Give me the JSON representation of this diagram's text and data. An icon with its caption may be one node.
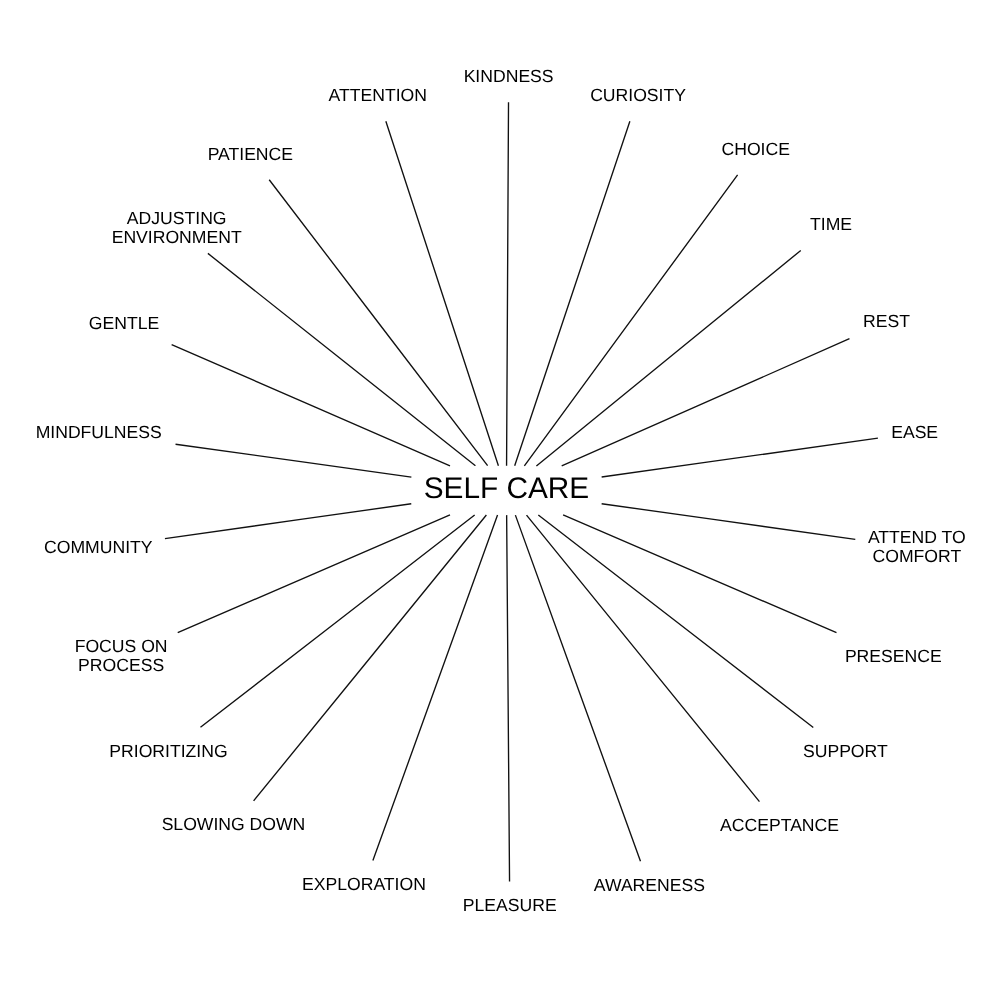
{
  "diagram": {
    "nodes": [
      {
        "text": [
          "SELF CARE"
        ]
      },
      {
        "text": [
          "EASE"
        ]
      },
      {
        "text": [
          "REST"
        ]
      },
      {
        "text": [
          "TIME"
        ]
      },
      {
        "text": [
          "CHOICE"
        ]
      },
      {
        "text": [
          "CURIOSITY"
        ]
      },
      {
        "text": [
          "KINDNESS"
        ]
      },
      {
        "text": [
          "ATTENTION"
        ]
      },
      {
        "text": [
          "PATIENCE"
        ]
      },
      {
        "text": [
          "ADJUSTING ENVIRONMENT"
        ]
      },
      {
        "text": [
          "GENTLE"
        ]
      },
      {
        "text": [
          "MINDFULNESS"
        ]
      },
      {
        "text": [
          "COMMUNITY"
        ]
      },
      {
        "text": [
          "FOCUS ON PROCESS"
        ]
      },
      {
        "text": [
          "PRIORITIZING"
        ]
      },
      {
        "text": [
          "SLOWING DOWN"
        ]
      },
      {
        "text": [
          "EXPLORATION"
        ]
      },
      {
        "text": [
          "PLEASURE"
        ]
      },
      {
        "text": [
          "AWARENESS"
        ]
      },
      {
        "text": [
          "ACCEPTANCE"
        ]
      },
      {
        "text": [
          "SUPPORT"
        ]
      },
      {
        "text": [
          "PRESENCE"
        ]
      },
      {
        "text": [
          "ATTEND TO COMFORT"
        ]
      }
    ],
    "edges": [
      {
        "from": 0,
        "to": 1,
        "arrow": "none"
      },
      {
        "from": 0,
        "to": 2,
        "arrow": "none"
      },
      {
        "from": 0,
        "to": 3,
        "arrow": "none"
      },
      {
        "from": 0,
        "to": 4,
        "arrow": "none"
      },
      {
        "from": 0,
        "to": 5,
        "arrow": "none"
      },
      {
        "from": 0,
        "to": 6,
        "arrow": "none"
      },
      {
        "from": 0,
        "to": 7,
        "arrow": "none"
      },
      {
        "from": 0,
        "to": 8,
        "arrow": "none"
      },
      {
        "from": 0,
        "to": 9,
        "arrow": "none"
      },
      {
        "from": 0,
        "to": 10,
        "arrow": "none"
      },
      {
        "from": 0,
        "to": 11,
        "arrow": "none"
      },
      {
        "from": 0,
        "to": 12,
        "arrow": "none"
      },
      {
        "from": 0,
        "to": 13,
        "arrow": "none"
      },
      {
        "from": 0,
        "to": 14,
        "arrow": "none"
      },
      {
        "from": 0,
        "to": 15,
        "arrow": "none"
      },
      {
        "from": 0,
        "to": 16,
        "arrow": "none"
      },
      {
        "from": 0,
        "to": 17,
        "arrow": "none"
      },
      {
        "from": 0,
        "to": 18,
        "arrow": "none"
      },
      {
        "from": 0,
        "to": 19,
        "arrow": "none"
      },
      {
        "from": 0,
        "to": 20,
        "arrow": "none"
      },
      {
        "from": 0,
        "to": 21,
        "arrow": "none"
      },
      {
        "from": 0,
        "to": 22,
        "arrow": "none"
      }
    ]
  }
}
